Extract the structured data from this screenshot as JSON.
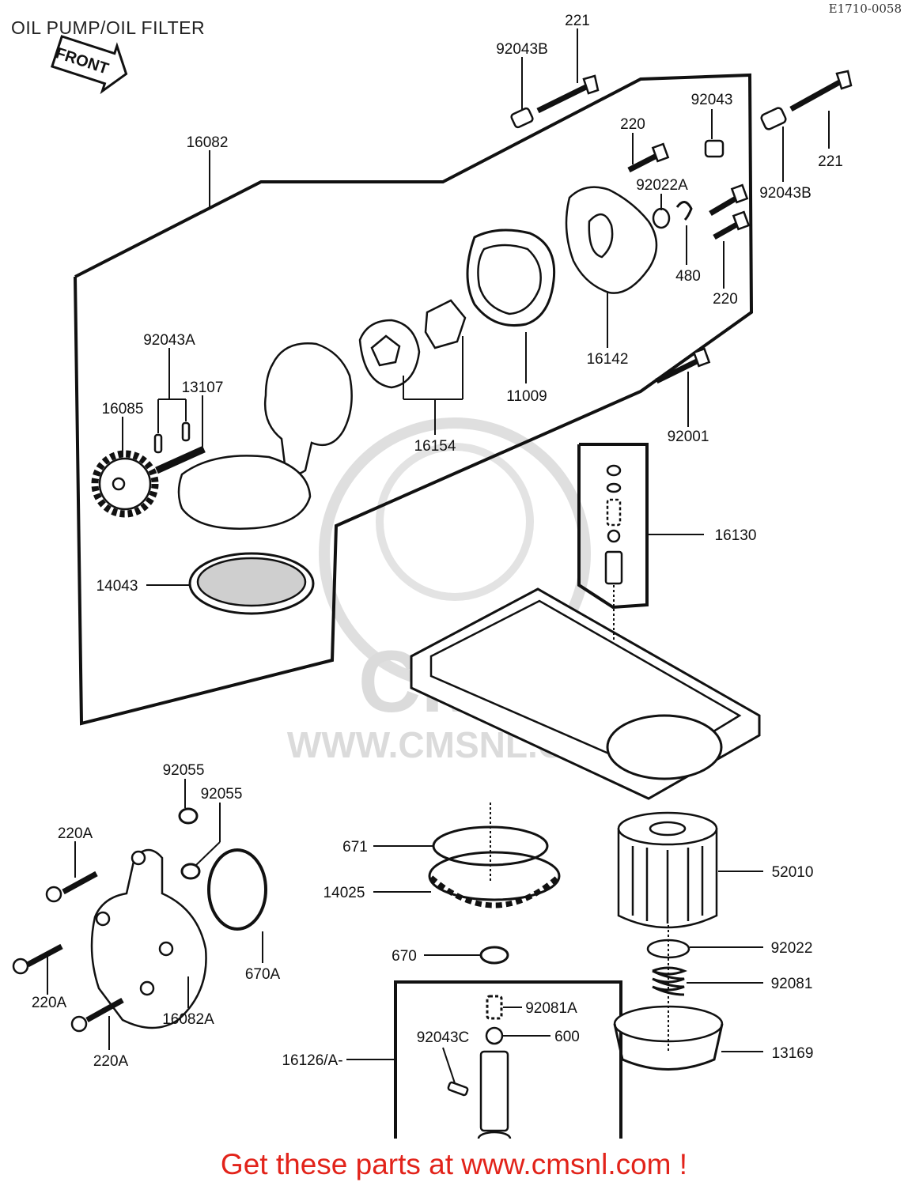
{
  "header": {
    "title": "OIL PUMP/OIL FILTER",
    "drawing_code": "E1710-0058"
  },
  "front_badge": "FRONT",
  "watermark": {
    "logo_text": "CMS",
    "url_text": "WWW.CMSNL.COM"
  },
  "part_labels": {
    "p221_top": "221",
    "p92043B_top": "92043B",
    "p92043": "92043",
    "p220_top": "220",
    "p221_right": "221",
    "p16082": "16082",
    "p92022A": "92022A",
    "p92043B_right": "92043B",
    "p480": "480",
    "p220_mid": "220",
    "p92043A": "92043A",
    "p16142": "16142",
    "p13107": "13107",
    "p16085": "16085",
    "p11009": "11009",
    "p16154": "16154",
    "p92001": "92001",
    "p16130": "16130",
    "p14043": "14043",
    "p92055_a": "92055",
    "p92055_b": "92055",
    "p220A_1": "220A",
    "p671": "671",
    "p52010": "52010",
    "p14025": "14025",
    "p670A": "670A",
    "p670": "670",
    "p92022": "92022",
    "p220A_2": "220A",
    "p92081": "92081",
    "p16082A": "16082A",
    "p92081A": "92081A",
    "p92043C": "92043C",
    "p600": "600",
    "p220A_3": "220A",
    "p16126A": "16126/A-",
    "p13169": "13169"
  },
  "call_to_action": {
    "text": "Get these parts at www.cmsnl.com !"
  }
}
